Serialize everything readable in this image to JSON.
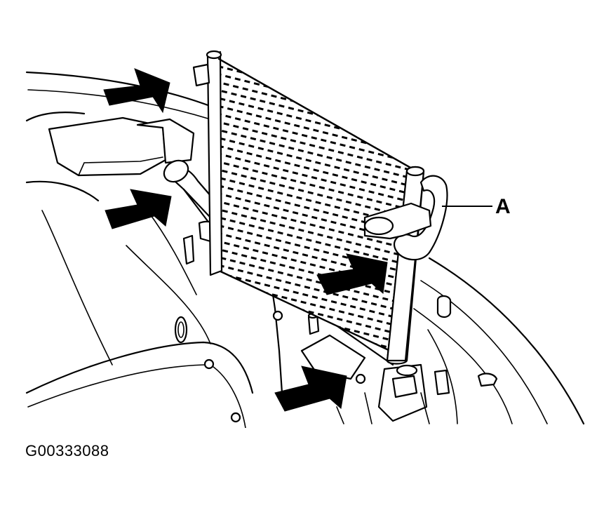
{
  "figure": {
    "callout_label": "A",
    "figure_id": "G00333088",
    "arrow_icons": [
      "arrow-upper-left",
      "arrow-left-mid",
      "arrow-condenser",
      "arrow-lower"
    ]
  }
}
